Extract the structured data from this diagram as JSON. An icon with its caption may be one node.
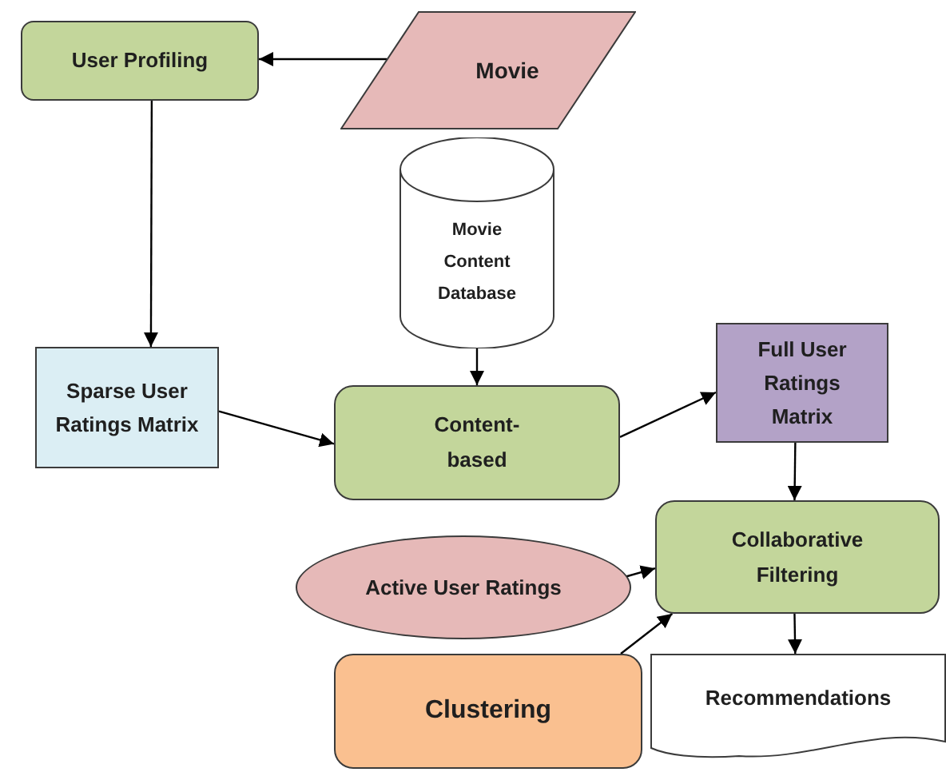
{
  "diagram": {
    "nodes": [
      {
        "text": [
          "User Profiling"
        ]
      },
      {
        "text": [
          "Movie"
        ]
      },
      {
        "text": [
          "Movie Content Database"
        ]
      },
      {
        "text": [
          "Sparse User Ratings Matrix"
        ]
      },
      {
        "text": [
          "Content-based"
        ]
      },
      {
        "text": [
          "Full User Ratings Matrix"
        ]
      },
      {
        "text": [
          "Collaborative Filtering"
        ]
      },
      {
        "text": [
          "Active User Ratings"
        ]
      },
      {
        "text": [
          "Clustering"
        ]
      },
      {
        "text": [
          "Recommendations"
        ]
      }
    ],
    "edges": [
      {
        "from": 1,
        "to": 0,
        "arrow": "to"
      },
      {
        "from": 0,
        "to": 3,
        "arrow": "to"
      },
      {
        "from": 2,
        "to": 4,
        "arrow": "to"
      },
      {
        "from": 3,
        "to": 4,
        "arrow": "to"
      },
      {
        "from": 4,
        "to": 5,
        "arrow": "to"
      },
      {
        "from": 5,
        "to": 6,
        "arrow": "to"
      },
      {
        "from": 7,
        "to": 6,
        "arrow": "to"
      },
      {
        "from": 8,
        "to": 6,
        "arrow": "to"
      },
      {
        "from": 6,
        "to": 9,
        "arrow": "to"
      }
    ]
  }
}
